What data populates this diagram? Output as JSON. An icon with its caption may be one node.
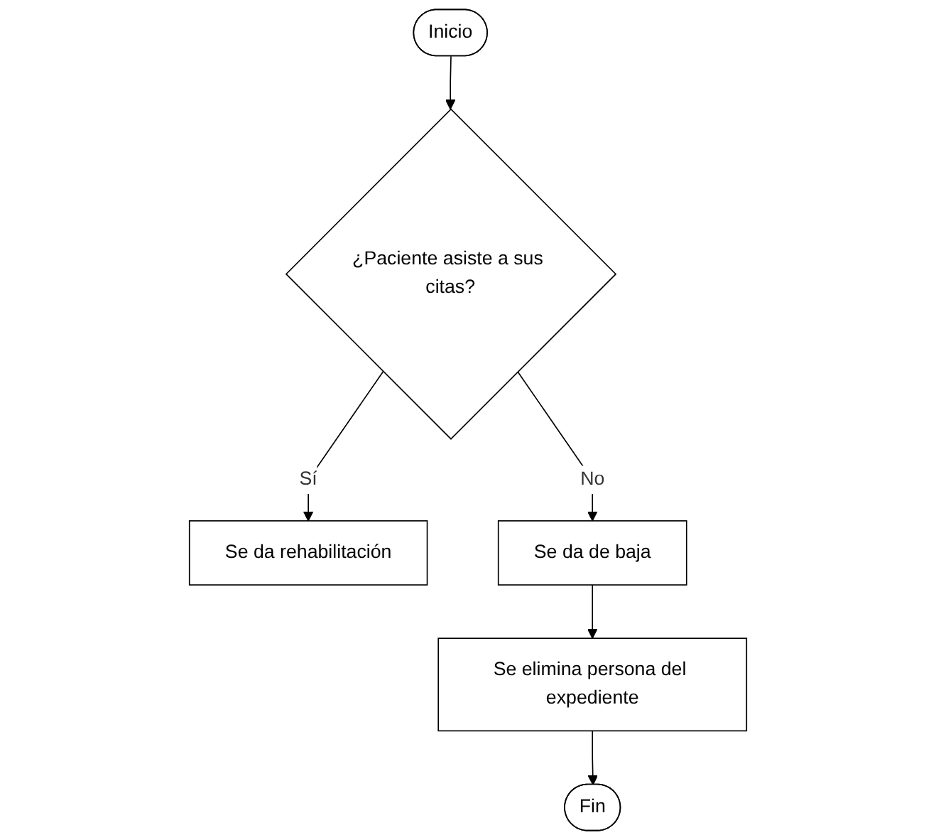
{
  "diagram": {
    "nodes": [
      {
        "text": [
          "Inicio"
        ]
      },
      {
        "text": [
          "¿Paciente asiste a sus citas?"
        ]
      },
      {
        "text": [
          "Se da rehabilitación"
        ]
      },
      {
        "text": [
          "Se da de baja"
        ]
      },
      {
        "text": [
          "Se elimina persona del expediente"
        ]
      },
      {
        "text": [
          "Fin"
        ]
      }
    ],
    "edges": [
      {
        "from": 0,
        "to": 1,
        "arrow": "to"
      },
      {
        "from": 1,
        "to": 2,
        "label": "Sí",
        "arrow": "to"
      },
      {
        "from": 1,
        "to": 3,
        "label": "No",
        "arrow": "to"
      },
      {
        "from": 3,
        "to": 4,
        "arrow": "to"
      },
      {
        "from": 4,
        "to": 5,
        "arrow": "to"
      }
    ]
  }
}
